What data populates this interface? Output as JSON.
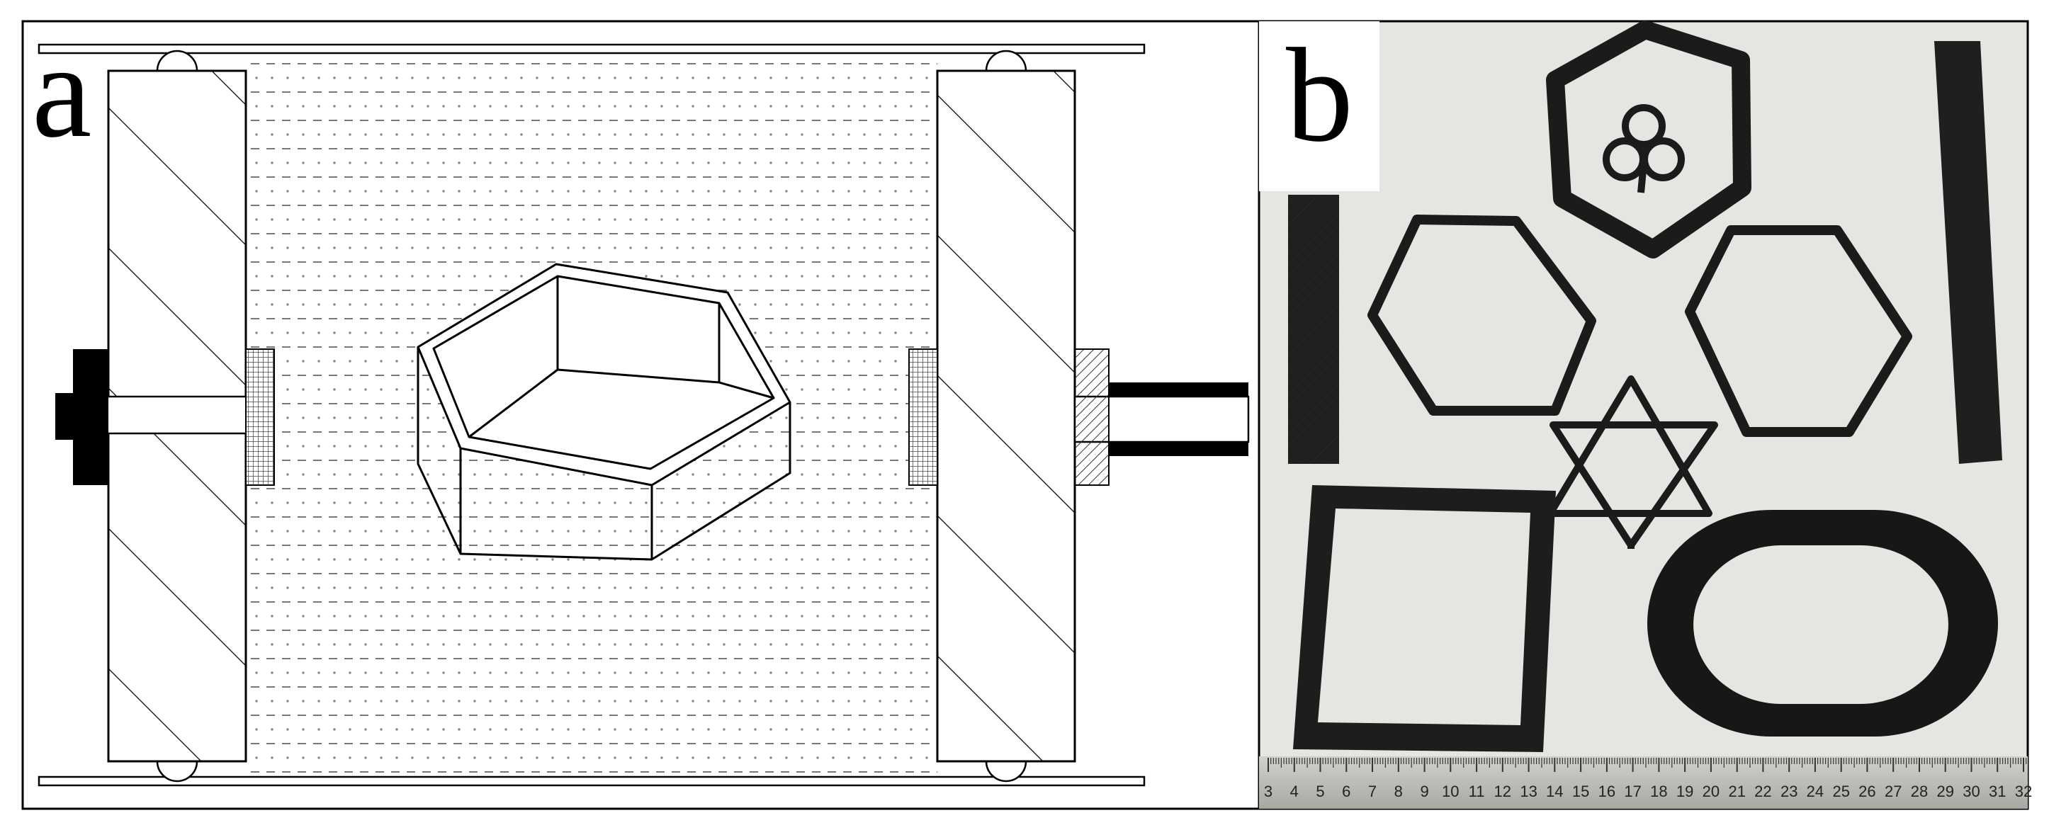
{
  "panels": {
    "a": {
      "label": "a"
    },
    "b": {
      "label": "b"
    }
  },
  "ruler": {
    "labels": [
      "3",
      "4",
      "5",
      "6",
      "7",
      "8",
      "9",
      "10",
      "11",
      "12",
      "13",
      "14",
      "15",
      "16",
      "17",
      "18",
      "19",
      "20",
      "21",
      "22",
      "23",
      "24",
      "25",
      "26",
      "27",
      "28",
      "29",
      "30",
      "31",
      "32"
    ]
  },
  "colors": {
    "line": "#000000",
    "photo_background": "#e6e5e1",
    "printed_part": "#1b1b1b",
    "ruler": "#b9b9b4"
  }
}
